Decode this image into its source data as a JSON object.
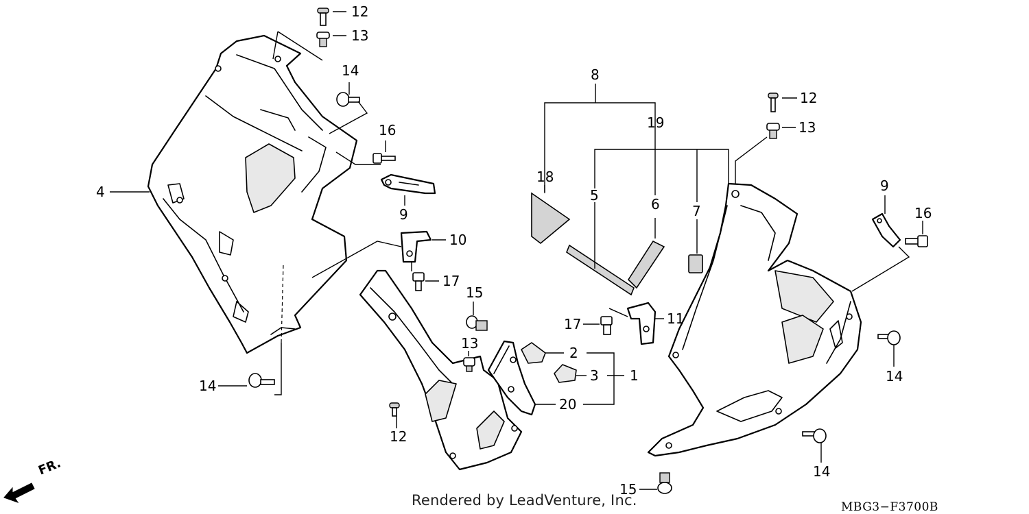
{
  "diagram": {
    "credit": "Rendered by LeadVenture, Inc.",
    "diagram_code": "MBG3−F3700B",
    "direction_label": "FR.",
    "callouts": {
      "c12a": "12",
      "c13a": "13",
      "c14a": "14",
      "c16a": "16",
      "c4": "4",
      "c9a": "9",
      "c10": "10",
      "c17a": "17",
      "c15a": "15",
      "c13b": "13",
      "c14b": "14",
      "c12b": "12",
      "c8": "8",
      "c19": "19",
      "c18": "18",
      "c5": "5",
      "c6": "6",
      "c7": "7",
      "c17b": "17",
      "c11": "11",
      "c2": "2",
      "c3": "3",
      "c1": "1",
      "c20": "20",
      "c12c": "12",
      "c13c": "13",
      "c9b": "9",
      "c16b": "16",
      "c14c": "14",
      "c14d": "14",
      "c15b": "15"
    }
  }
}
